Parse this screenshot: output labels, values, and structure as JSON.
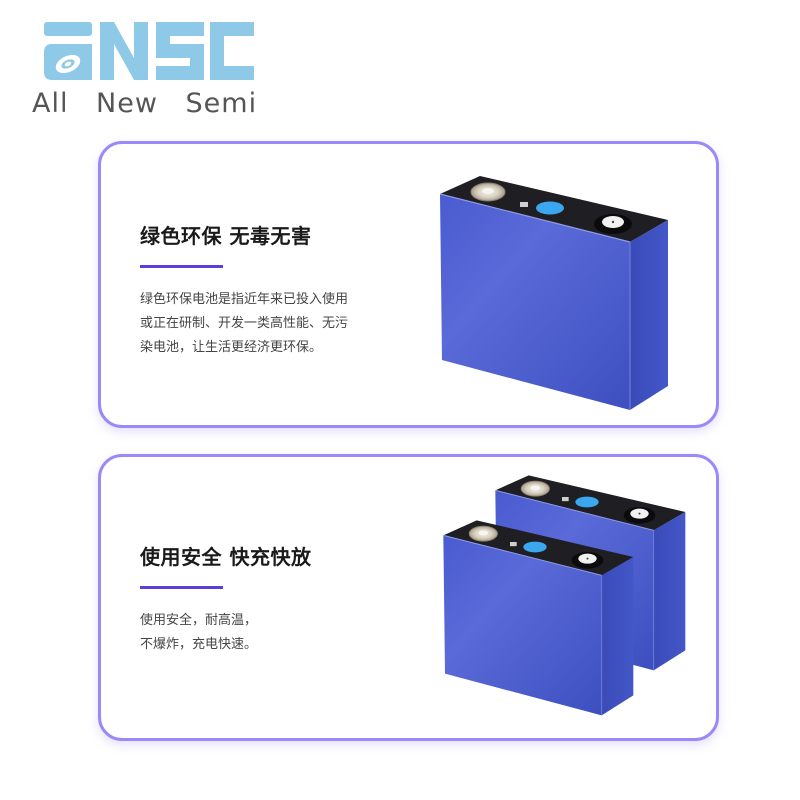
{
  "brand": {
    "logo_text": "ANSC",
    "tagline": "All New Semi",
    "logo_color": "#8ec9e8",
    "tagline_color": "#555555"
  },
  "cards": [
    {
      "title": "绿色环保 无毒无害",
      "description_lines": [
        "绿色环保电池是指近年来已投入使用",
        "或正在研制、开发一类高性能、无污",
        "染电池，让生活更经济更环保。"
      ],
      "image": "single-prismatic-battery-cell"
    },
    {
      "title": "使用安全 快充快放",
      "description_lines": [
        "使用安全，耐高温，",
        "不爆炸，充电快速。"
      ],
      "image": "two-prismatic-battery-cells"
    }
  ],
  "colors": {
    "card_border": "#9c88f6",
    "accent_rule": "#5b3fd8",
    "battery_body": "#4457c8",
    "battery_top": "#1e1e22",
    "vent_blue": "#3aa7ef"
  }
}
